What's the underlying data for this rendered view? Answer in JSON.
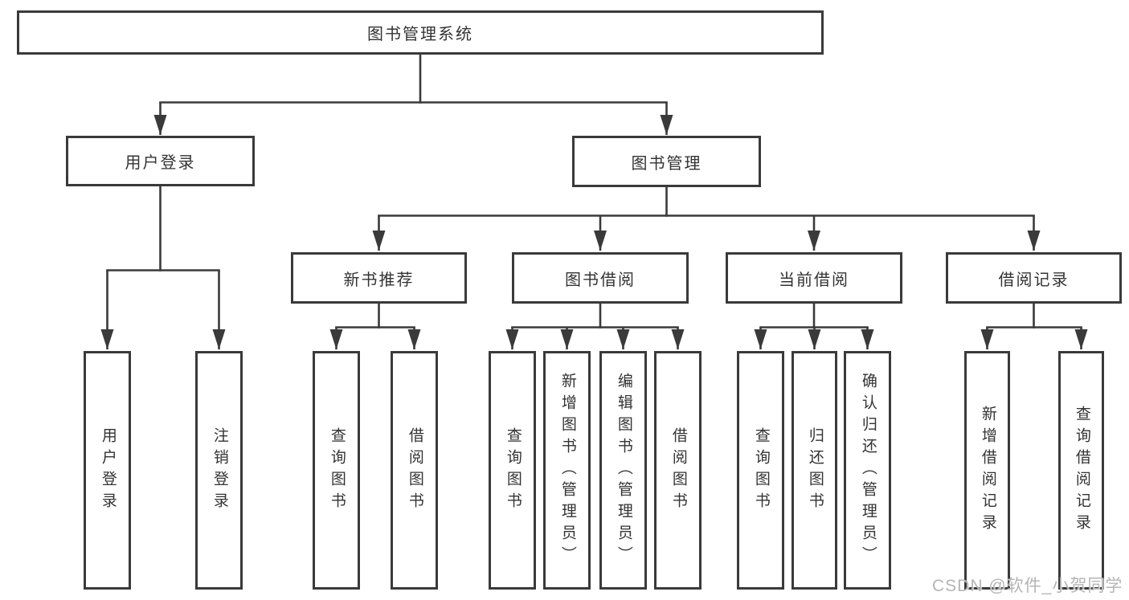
{
  "tree": {
    "root": "图书管理系统",
    "children": [
      {
        "label": "用户登录",
        "children": [
          "用户登录",
          "注销登录"
        ]
      },
      {
        "label": "图书管理",
        "children": [
          {
            "label": "新书推荐",
            "children": [
              "查询图书",
              "借阅图书"
            ]
          },
          {
            "label": "图书借阅",
            "children": [
              "查询图书",
              "新增图书（管理员）",
              "编辑图书（管理员）",
              "借阅图书"
            ]
          },
          {
            "label": "当前借阅",
            "children": [
              "查询图书",
              "归还图书",
              "确认归还（管理员）"
            ]
          },
          {
            "label": "借阅记录",
            "children": [
              "新增借阅记录",
              "查询借阅记录"
            ]
          }
        ]
      }
    ]
  },
  "watermark": {
    "text": "CSDN @软件_小贺同学"
  },
  "colors": {
    "line": "#3a3a3a",
    "box_border": "#3a3a3a",
    "text": "#333333",
    "watermark": "#b5b5b5",
    "background": "#ffffff"
  }
}
